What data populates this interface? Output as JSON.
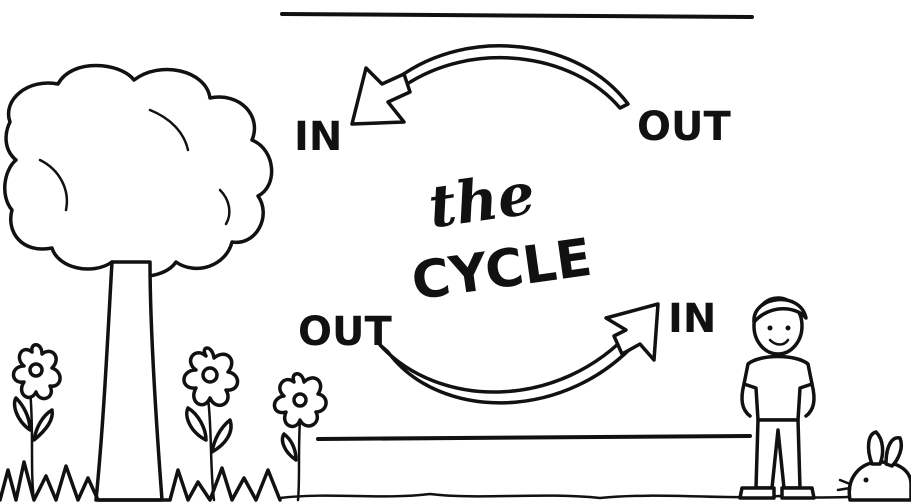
{
  "title_line1": "the",
  "title_line2": "CYCLE",
  "top_arrow": {
    "from_label": "OUT",
    "to_label": "IN"
  },
  "bottom_arrow": {
    "from_label": "OUT",
    "to_label": "IN"
  },
  "colors": {
    "ink": "#111111",
    "background": "#ffffff"
  }
}
